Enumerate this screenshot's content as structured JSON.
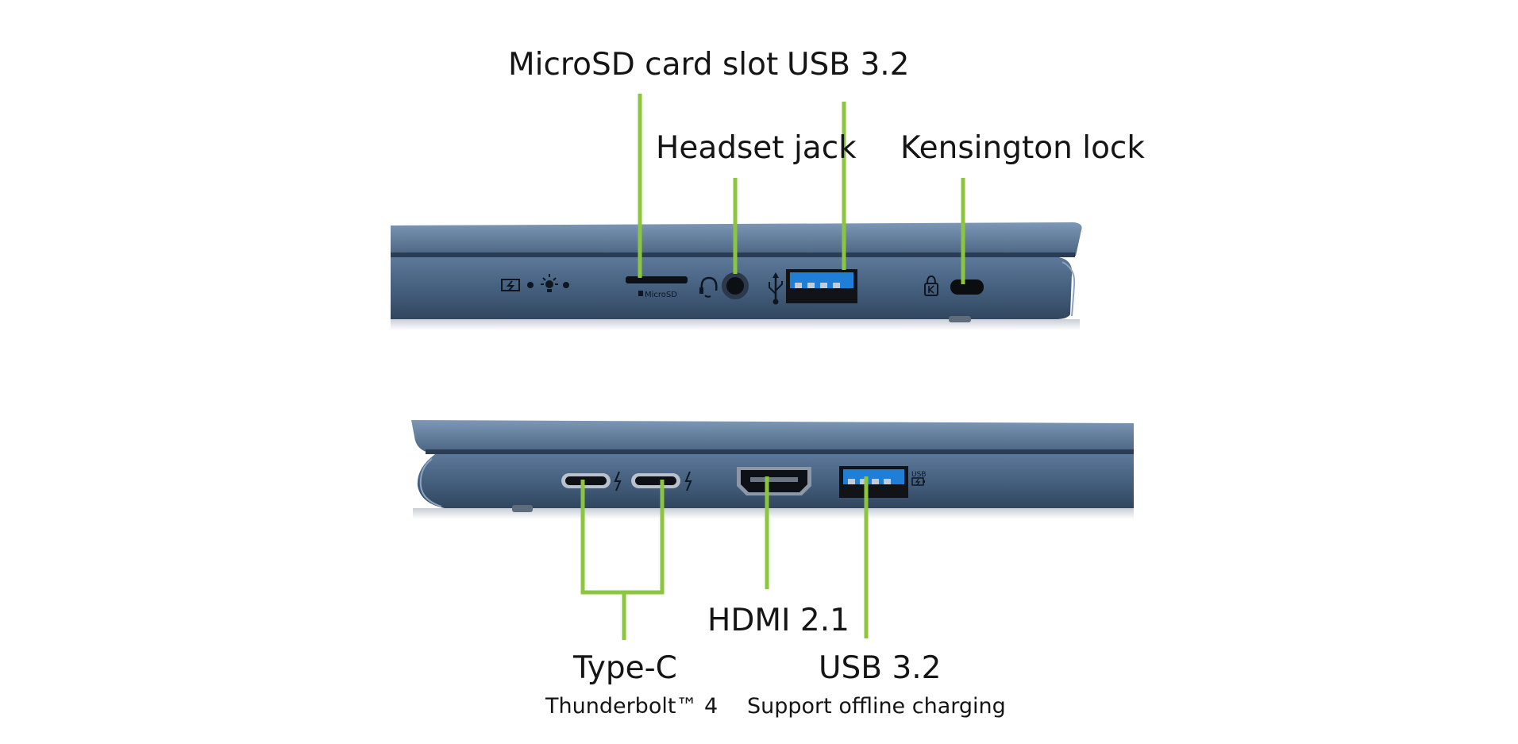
{
  "labels": {
    "microsd": "MicroSD card slot",
    "usb_top": "USB 3.2",
    "headset": "Headset jack",
    "kensington": "Kensington lock",
    "hdmi": "HDMI 2.1",
    "typec": "Type-C",
    "typec_sub": "Thunderbolt™ 4",
    "usb_bottom": "USB 3.2",
    "usb_bottom_sub": "Support offline charging",
    "port_microsd_print": "MicroSD",
    "port_usb_print": "USB"
  },
  "colors": {
    "leader": "#8cc63f",
    "chassis_top": "#5c7a9c",
    "chassis_body": "#3f5674",
    "chassis_dark": "#26374c",
    "port_black": "#111316",
    "usb_blue": "#1f7fd6",
    "text": "#151515"
  },
  "icons": [
    "battery-charge-icon",
    "led-dot-icon",
    "power-light-icon",
    "headset-icon",
    "usb-icon",
    "kensington-icon",
    "thunderbolt-icon",
    "usb-charge-icon"
  ]
}
